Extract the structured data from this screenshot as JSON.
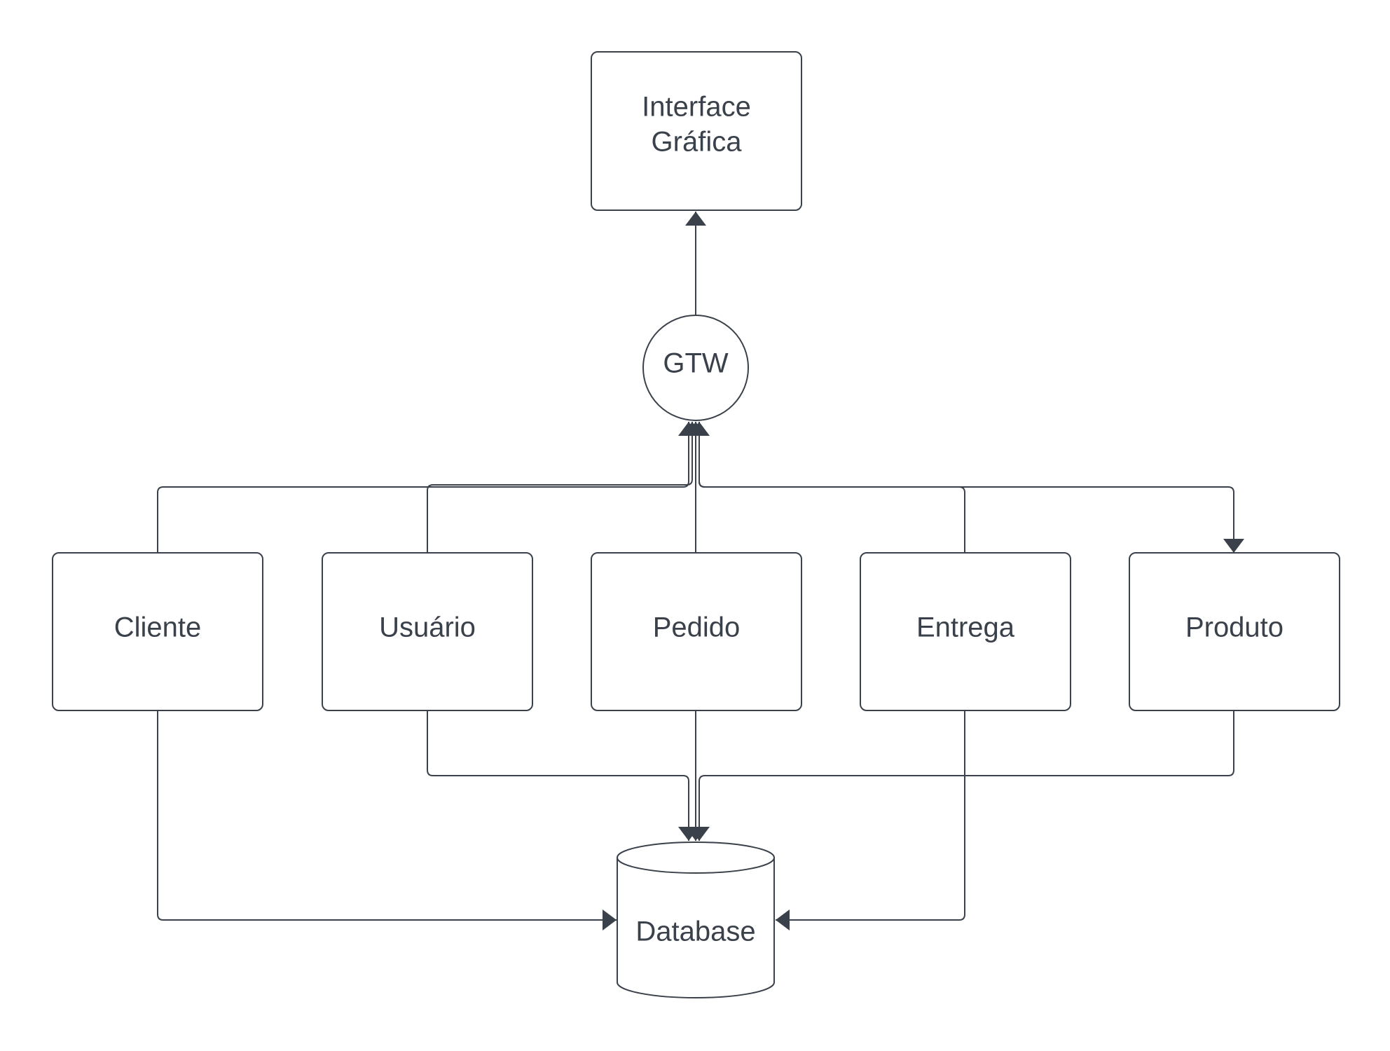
{
  "diagram": {
    "nodes": {
      "interface": {
        "line1": "Interface",
        "line2": "Gráfica"
      },
      "gateway": {
        "label": "GTW"
      },
      "cliente": {
        "label": "Cliente"
      },
      "usuario": {
        "label": "Usuário"
      },
      "pedido": {
        "label": "Pedido"
      },
      "entrega": {
        "label": "Entrega"
      },
      "produto": {
        "label": "Produto"
      },
      "database": {
        "label": "Database"
      }
    },
    "edges": [
      {
        "from": "gateway",
        "to": "interface"
      },
      {
        "from": "cliente",
        "to": "gateway"
      },
      {
        "from": "usuario",
        "to": "gateway"
      },
      {
        "from": "pedido",
        "to": "gateway"
      },
      {
        "from": "entrega",
        "to": "gateway"
      },
      {
        "from": "gateway",
        "to": "produto"
      },
      {
        "from": "cliente",
        "to": "database"
      },
      {
        "from": "usuario",
        "to": "database"
      },
      {
        "from": "pedido",
        "to": "database"
      },
      {
        "from": "entrega",
        "to": "database"
      },
      {
        "from": "produto",
        "to": "database"
      }
    ],
    "colors": {
      "stroke": "#3a414a",
      "fill": "#ffffff",
      "text": "#3a414a"
    }
  }
}
